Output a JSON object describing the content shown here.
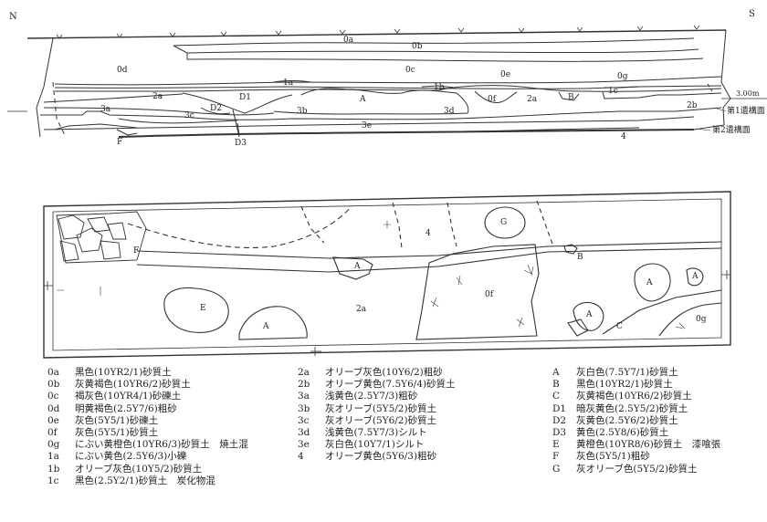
{
  "compass": {
    "north": "N",
    "south": "S"
  },
  "section": {
    "layer_labels": {
      "l0a": "0a",
      "l0b": "0b",
      "l0c": "0c",
      "l0d": "0d",
      "l0e": "0e",
      "l0f": "0f",
      "l0g": "0g",
      "l1a": "1a",
      "l1b": "1b",
      "l1c": "1c",
      "l2a_left": "2a",
      "l2a_right": "2a",
      "l2b": "2b",
      "l3a": "3a",
      "l3b": "3b",
      "l3c": "3c",
      "l3d": "3d",
      "l3e": "3e",
      "l4": "4",
      "lA": "A",
      "lB": "B",
      "lD1": "D1",
      "lD2": "D2",
      "lD3": "D3",
      "lF": "F"
    },
    "elevation": "3.00m",
    "surface1": "第1遺構面",
    "surface2": "第2遺構面"
  },
  "plan": {
    "labels": {
      "F": "F",
      "G": "G",
      "four": "4",
      "A_top": "A",
      "B": "B",
      "A_right": "A",
      "A_small": "A",
      "E": "E",
      "A_bottom": "A",
      "two_a": "2a",
      "zero_f": "0f",
      "A_mid": "A",
      "C": "C",
      "zero_g": "0g"
    }
  },
  "legend": {
    "col1": [
      {
        "code": "0a",
        "desc": "黒色(10YR2/1)砂質土"
      },
      {
        "code": "0b",
        "desc": "灰黄褐色(10YR6/2)砂質土"
      },
      {
        "code": "0c",
        "desc": "褐灰色(10YR4/1)砂礫土"
      },
      {
        "code": "0d",
        "desc": "明黄褐色(2.5Y7/6)粗砂"
      },
      {
        "code": "0e",
        "desc": "灰色(5Y5/1)砂礫土"
      },
      {
        "code": "0f",
        "desc": "灰色(5Y5/1)砂質土"
      },
      {
        "code": "0g",
        "desc": "にぶい黄橙色(10YR6/3)砂質土　焼土混"
      },
      {
        "code": "1a",
        "desc": "にぶい黄色(2.5Y6/3)小礫"
      },
      {
        "code": "1b",
        "desc": "オリーブ灰色(10Y5/2)砂質土"
      },
      {
        "code": "1c",
        "desc": "黒色(2.5Y2/1)砂質土　炭化物混"
      }
    ],
    "col2": [
      {
        "code": "2a",
        "desc": "オリーブ灰色(10Y6/2)粗砂"
      },
      {
        "code": "2b",
        "desc": "オリーブ黄色(7.5Y6/4)砂質土"
      },
      {
        "code": "3a",
        "desc": "浅黄色(2.5Y7/3)粗砂"
      },
      {
        "code": "3b",
        "desc": "灰オリーブ(5Y5/2)砂質土"
      },
      {
        "code": "3c",
        "desc": "灰オリーブ(5Y6/2)砂質土"
      },
      {
        "code": "3d",
        "desc": "浅黄色(7.5Y7/3)シルト"
      },
      {
        "code": "3e",
        "desc": "灰白色(10Y7/1)シルト"
      },
      {
        "code": "4",
        "desc": "オリーブ黄色(5Y6/3)粗砂"
      }
    ],
    "col3": [
      {
        "code": "A",
        "desc": "灰白色(7.5Y7/1)砂質土"
      },
      {
        "code": "B",
        "desc": "黒色(10YR2/1)砂質土"
      },
      {
        "code": "C",
        "desc": "灰黄褐色(10YR6/2)砂質土"
      },
      {
        "code": "D1",
        "desc": "暗灰黄色(2.5Y5/2)砂質土"
      },
      {
        "code": "D2",
        "desc": "灰黄色(2.5Y6/2)砂質土"
      },
      {
        "code": "D3",
        "desc": "黄色(2.5Y8/6)砂質土"
      },
      {
        "code": "E",
        "desc": "黄橙色(10YR8/6)砂質土　漆喰張"
      },
      {
        "code": "F",
        "desc": "灰色(5Y5/1)粗砂"
      },
      {
        "code": "G",
        "desc": "灰オリーブ色(5Y5/2)砂質土"
      }
    ]
  }
}
